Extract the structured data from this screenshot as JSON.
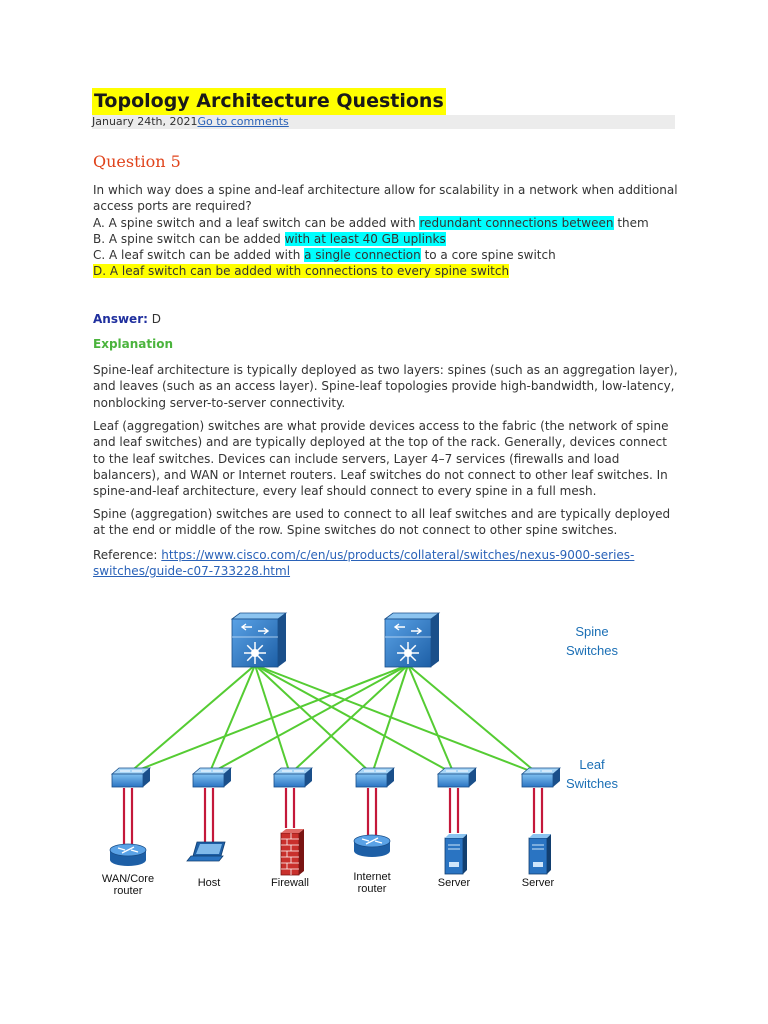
{
  "header": {
    "title": "Topology Architecture Questions",
    "date": "January 24th, 2021",
    "comments_link": "Go to comments"
  },
  "question": {
    "heading": "Question 5",
    "text": "In which way does a spine and-leaf architecture allow for scalability in a network when additional access ports are required?",
    "options": [
      {
        "pre": "A. A spine switch and a leaf switch can be added with ",
        "hl": "redundant connections between",
        "post": " them"
      },
      {
        "pre": "B. A spine switch can be added ",
        "hl": "with at least 40 GB uplinks",
        "post": ""
      },
      {
        "pre": "C. A leaf switch can be added with ",
        "hl": "a single connection",
        "post": " to a core spine switch"
      },
      {
        "pre": "",
        "hl": "D. A leaf switch can be added with connections to every spine switch",
        "post": ""
      }
    ]
  },
  "answer": {
    "label": "Answer:",
    "value": "D"
  },
  "explanation": {
    "heading": "Explanation",
    "paragraphs": [
      "Spine-leaf architecture is typically deployed as two layers: spines (such as an aggregation layer), and leaves (such as an access layer). Spine-leaf topologies provide high-bandwidth, low-latency, nonblocking server-to-server connectivity.",
      "Leaf (aggregation) switches are what provide devices access to the fabric (the network of spine and leaf switches) and are typically deployed at the top of the rack. Generally, devices connect to the leaf switches. Devices can include servers, Layer 4–7 services (firewalls and load balancers), and WAN or Internet routers. Leaf switches do not connect to other leaf switches. In spine-and-leaf architecture, every leaf should connect to every spine in a full mesh.",
      "Spine (aggregation) switches are used to connect to all leaf switches and are typically deployed at the end or middle of the row. Spine switches do not connect to other spine switches."
    ],
    "reference_label": "Reference: ",
    "reference_link": "https://www.cisco.com/c/en/us/products/collateral/switches/nexus-9000-series-switches/guide-c07-733228.html"
  },
  "diagram": {
    "spine_label": "Spine\nSwitches",
    "leaf_label": "Leaf\nSwitches",
    "devices": [
      {
        "label": "WAN/Core\nrouter",
        "icon": "router-icon"
      },
      {
        "label": "Host",
        "icon": "laptop-icon"
      },
      {
        "label": "Firewall",
        "icon": "firewall-icon"
      },
      {
        "label": "Internet\nrouter",
        "icon": "router-icon"
      },
      {
        "label": "Server",
        "icon": "server-icon"
      },
      {
        "label": "Server",
        "icon": "server-icon"
      }
    ],
    "colors": {
      "mesh": "#55cc33",
      "uplink": "#c4183a",
      "device": "#2a78c8",
      "label": "#1b6fb5"
    }
  }
}
